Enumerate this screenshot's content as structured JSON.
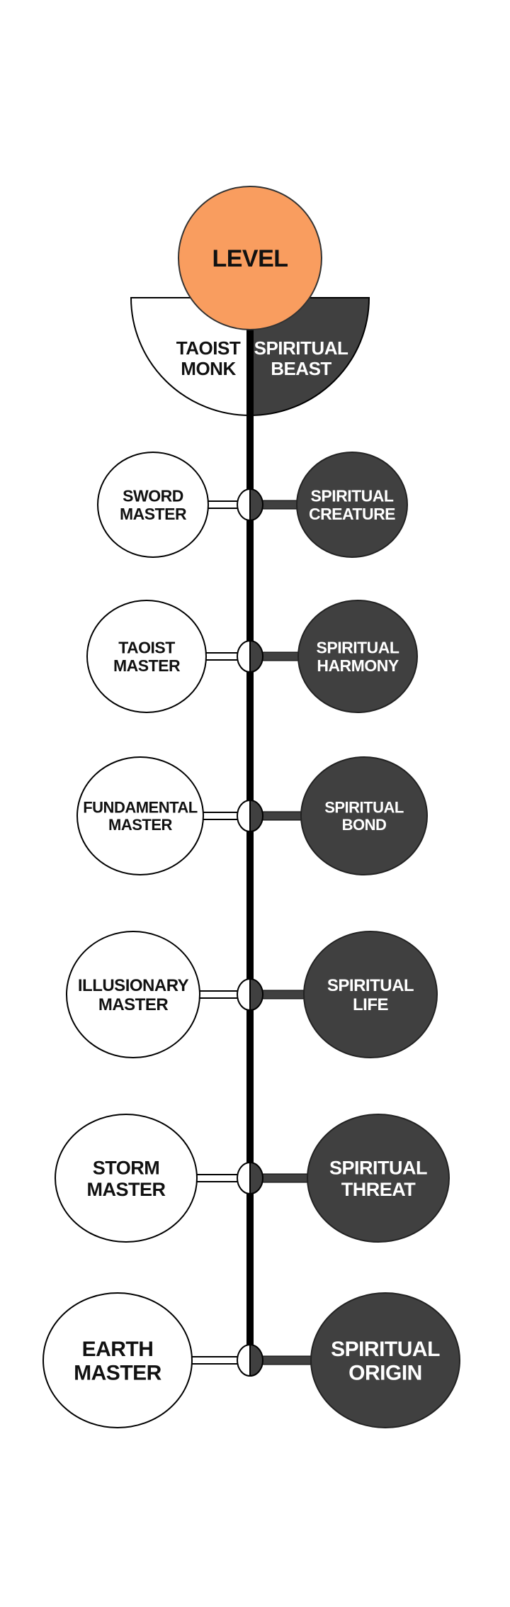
{
  "header": {
    "level_label": "LEVEL",
    "left_category": [
      "TAOIST",
      "MONK"
    ],
    "right_category": [
      "SPIRITUAL",
      "BEAST"
    ]
  },
  "colors": {
    "accent": "#F99D5F",
    "dark": "#404040",
    "line": "#000000",
    "light": "#FFFFFF"
  },
  "levels": [
    {
      "left": [
        "SWORD",
        "MASTER"
      ],
      "right": [
        "SPIRITUAL",
        "CREATURE"
      ]
    },
    {
      "left": [
        "TAOIST",
        "MASTER"
      ],
      "right": [
        "SPIRITUAL",
        "HARMONY"
      ]
    },
    {
      "left": [
        "FUNDAMENTAL",
        "MASTER"
      ],
      "right": [
        "SPIRITUAL",
        "BOND"
      ]
    },
    {
      "left": [
        "ILLUSIONARY",
        "MASTER"
      ],
      "right": [
        "SPIRITUAL",
        "LIFE"
      ]
    },
    {
      "left": [
        "STORM",
        "MASTER"
      ],
      "right": [
        "SPIRITUAL",
        "THREAT"
      ]
    },
    {
      "left": [
        "EARTH",
        "MASTER"
      ],
      "right": [
        "SPIRITUAL",
        "ORIGIN"
      ]
    }
  ]
}
